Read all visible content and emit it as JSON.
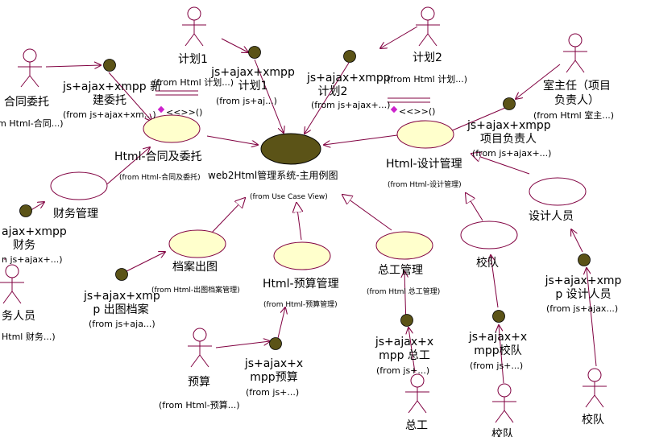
{
  "system": {
    "title": "web2Html管理系统-主用例图",
    "source": "(from Use Case View)"
  },
  "actors": {
    "contract_delegate": {
      "name": "合同委托",
      "source": "(from Html-合同...)"
    },
    "plan1": {
      "name": "计划1"
    },
    "plan2": {
      "name": "计划2"
    },
    "office_director": {
      "name": "室主任（项目负责人）",
      "line1": "室主任（项目",
      "line2": "负责人）",
      "source": "(from Html 室主...)"
    },
    "finance_staff": {
      "name": "财务人员",
      "visible": "务人员",
      "source": "(from Html 财务...)",
      "source_visible": "Html 财务...)"
    },
    "budget": {
      "name": "预算",
      "source": "(from Html-预算...)"
    },
    "chief_engineer": {
      "name": "总工"
    },
    "proofreader_mid": {
      "name": "校队"
    },
    "proofreader_right": {
      "name": "校队"
    }
  },
  "use_cases": {
    "contract": {
      "name": "Html-合同及委托",
      "source": "(from Html-合同及委托)"
    },
    "design_mgmt": {
      "name": "Html-设计管理",
      "source": "(from Html-设计管理)"
    },
    "finance_mgmt": {
      "name": "财务管理"
    },
    "archive": {
      "name": "档案出图",
      "source": "(from Html-出图档案管理)"
    },
    "budget_mgmt": {
      "name": "Html-预算管理",
      "source": "(from Html-预算管理)"
    },
    "chief_mgmt": {
      "name": "总工管理",
      "source": "(from Html 总工管理)"
    },
    "proofreader_uc": {
      "name": "校队"
    },
    "designer_uc": {
      "name": "设计人员"
    }
  },
  "classes": {
    "new_contract": {
      "line1": "js+ajax+xmpp 新",
      "line2": "建委托",
      "source": "(from js+ajax+xm...)"
    },
    "plan1_cls": {
      "line1": "js+ajax+xmpp",
      "line2": "计划1",
      "source": "(from js+aj...)"
    },
    "plan2_cls": {
      "line1": "js+ajax+xmpp",
      "line2": "计划2",
      "source": "(from js+ajax+...)"
    },
    "lead_cls": {
      "line1": "js+ajax+xmpp",
      "line2": "项目负责人",
      "source": "(from js+ajax+...)"
    },
    "finance_cls": {
      "line1": "ajax+xmpp",
      "line2": "财务",
      "source": "(from js+ajax+...)",
      "source_visible": "n js+ajax+...)"
    },
    "archive_cls": {
      "line1": "js+ajax+xmp",
      "line2": "p 出图档案",
      "source": "(from js+aja...)"
    },
    "budget_cls": {
      "line1": "js+ajax+x",
      "line2": "mpp预算",
      "source": "(from js+...)"
    },
    "chief_cls": {
      "line1": "js+ajax+x",
      "line2": "mpp 总工",
      "source": "(from js+...)"
    },
    "proof_cls": {
      "line1": "js+ajax+x",
      "line2": "mpp校队",
      "source": "(from js+...)"
    },
    "designer_cls": {
      "line1": "js+ajax+xmp",
      "line2": "p 设计人员",
      "source": "(from js+ajax...)"
    }
  },
  "interfaces": {
    "left": {
      "source": "(from Html 计划...)",
      "stereotype": "<<>>()"
    },
    "right": {
      "source": "(from Html 计划...)",
      "stereotype": "<<>>()"
    }
  }
}
